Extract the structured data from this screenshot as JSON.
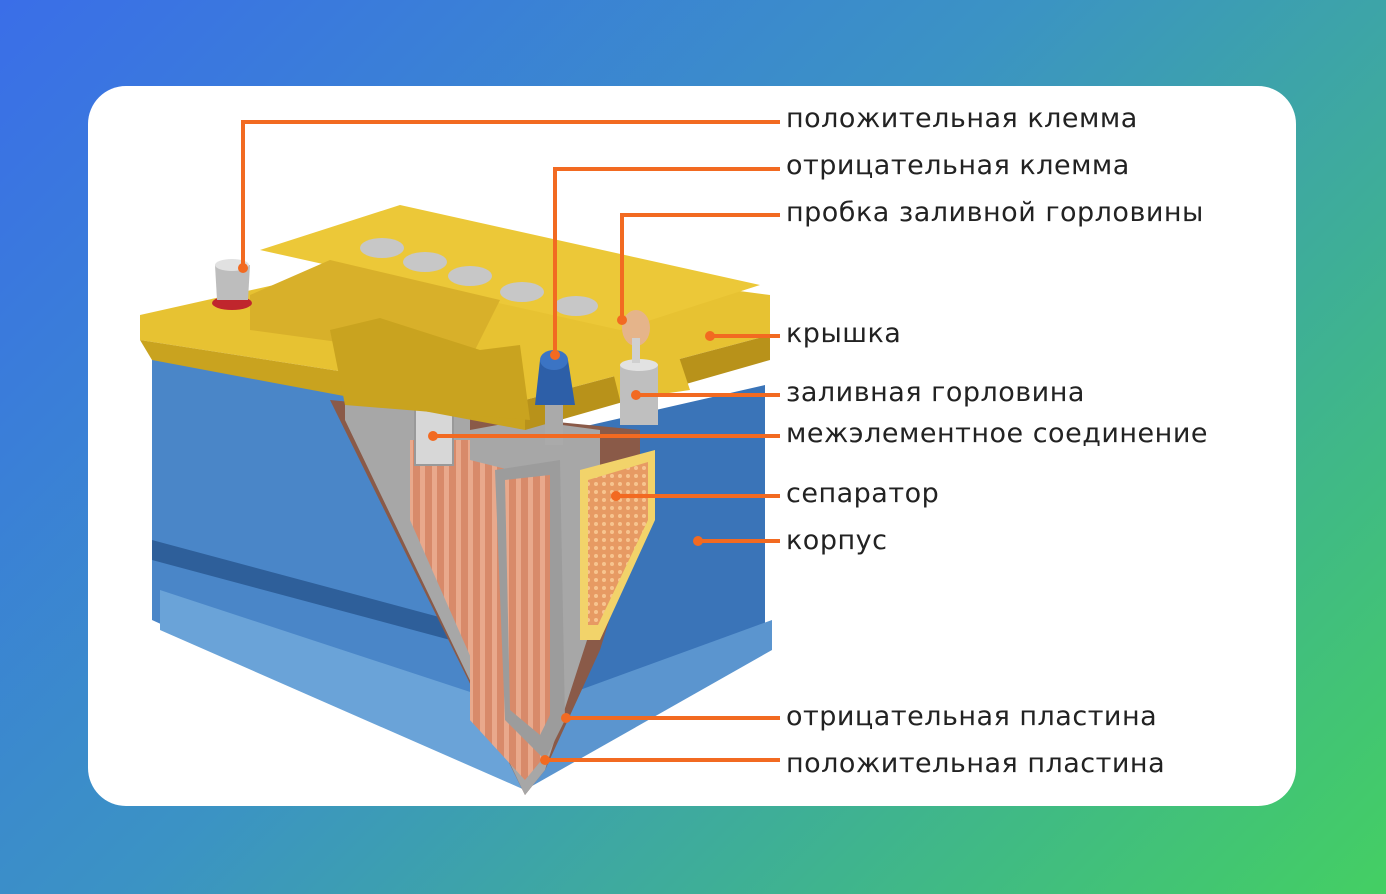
{
  "labels": [
    {
      "id": "positive-terminal",
      "text": "положительная клемма"
    },
    {
      "id": "negative-terminal",
      "text": "отрицательная клемма"
    },
    {
      "id": "filler-plug",
      "text": "пробка заливной горловины"
    },
    {
      "id": "cover",
      "text": "крышка"
    },
    {
      "id": "filler-neck",
      "text": "заливная горловина"
    },
    {
      "id": "intercell-connection",
      "text": "межэлементное соединение"
    },
    {
      "id": "separator",
      "text": "сепаратор"
    },
    {
      "id": "case",
      "text": "корпус"
    },
    {
      "id": "negative-plate",
      "text": "отрицательная пластина"
    },
    {
      "id": "positive-plate",
      "text": "положительная пластина"
    }
  ],
  "colors": {
    "leader": "#f26a21",
    "case_blue": "#3f7fc4",
    "lid_yellow": "#e5c12f",
    "plate_copper": "#d98b6b"
  }
}
